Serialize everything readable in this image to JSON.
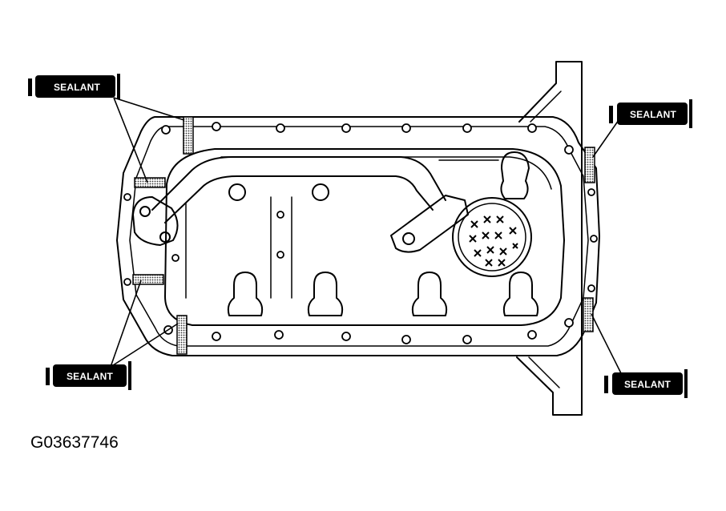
{
  "callouts": {
    "top_left": "SEALANT",
    "top_right": "SEALANT",
    "bottom_left": "SEALANT",
    "bottom_right": "SEALANT"
  },
  "figure_id": "G03637746",
  "colors": {
    "ink": "#000000",
    "paper": "#ffffff",
    "sealant_fill": "#b8b8b8"
  }
}
